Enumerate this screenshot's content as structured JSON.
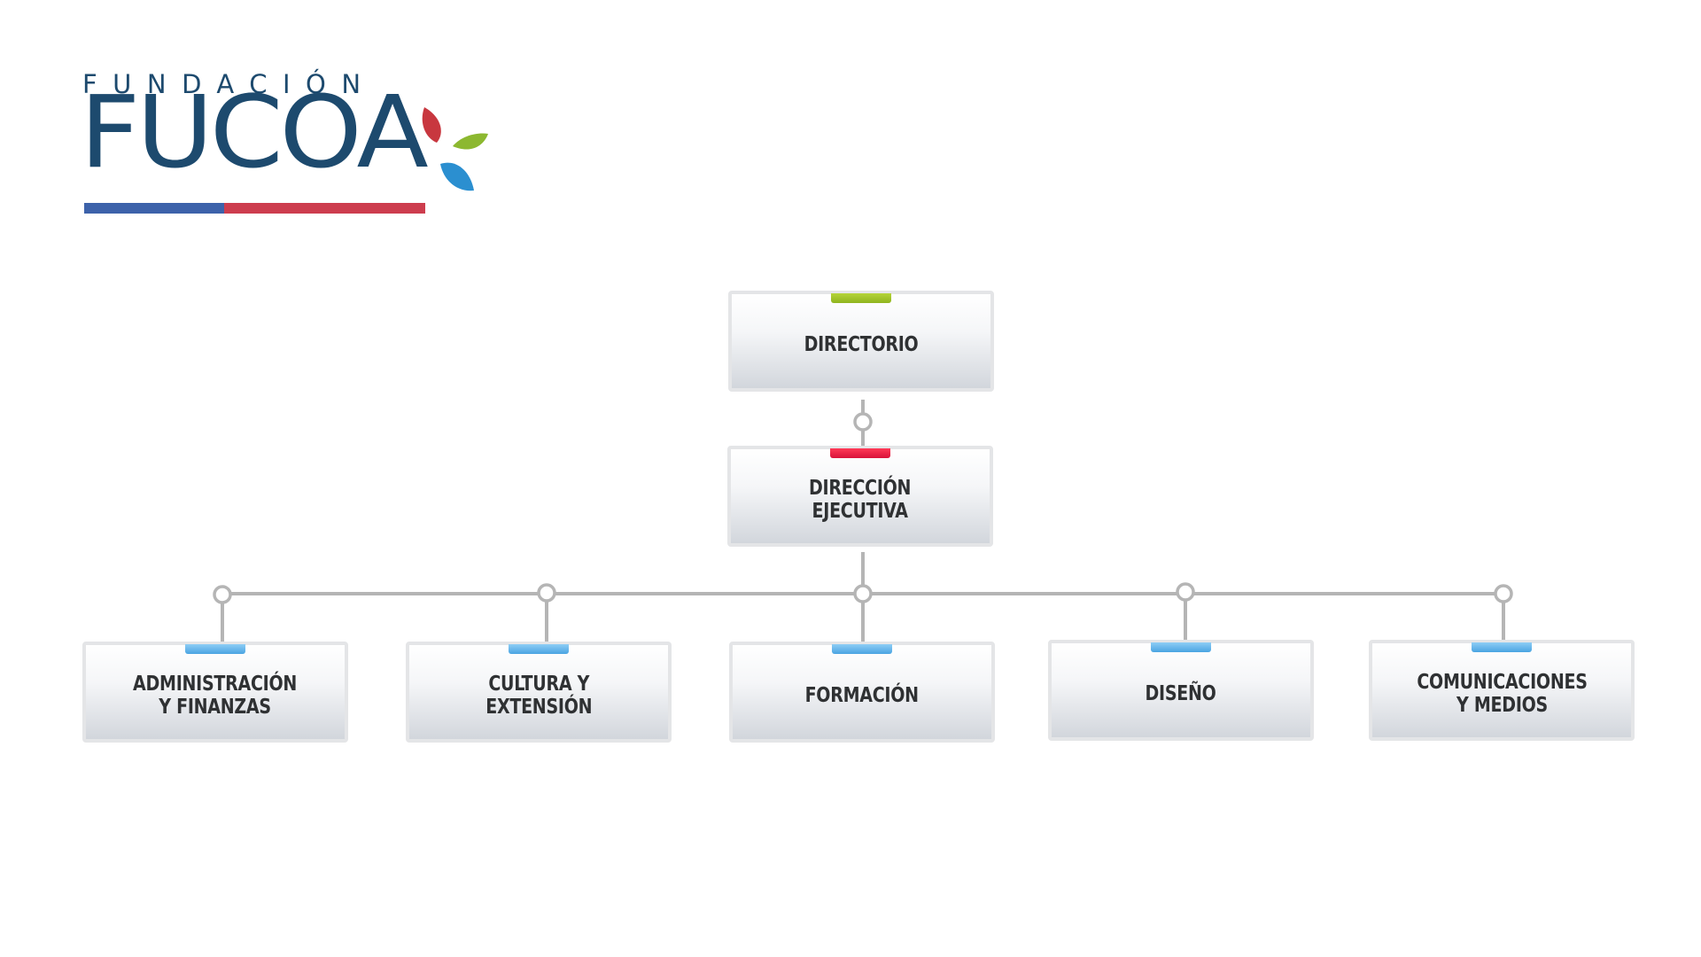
{
  "logo": {
    "top_text": "FUNDACIÓN",
    "main_text": "FUCOA",
    "colors": {
      "text": "#1d4a6e",
      "bar_blue": "#3d62aa",
      "bar_red": "#cd3d4e",
      "leaf_red": "#c8373f",
      "leaf_green": "#8cb830",
      "leaf_blue": "#2b8fd0"
    }
  },
  "org_chart": {
    "root": {
      "label": "DIRECTORIO",
      "accent_color": "#9cc22b"
    },
    "executive": {
      "label": "DIRECCIÓN\nEJECUTIVA",
      "accent_color": "#e8203f"
    },
    "departments": [
      {
        "label": "ADMINISTRACIÓN\nY FINANZAS",
        "accent_color": "#5cb2ea"
      },
      {
        "label": "CULTURA Y\nEXTENSIÓN",
        "accent_color": "#5cb2ea"
      },
      {
        "label": "FORMACIÓN",
        "accent_color": "#5cb2ea"
      },
      {
        "label": "DISEÑO",
        "accent_color": "#5cb2ea"
      },
      {
        "label": "COMUNICACIONES\nY MEDIOS",
        "accent_color": "#5cb2ea"
      }
    ],
    "connector_color": "#b5b5b5"
  }
}
